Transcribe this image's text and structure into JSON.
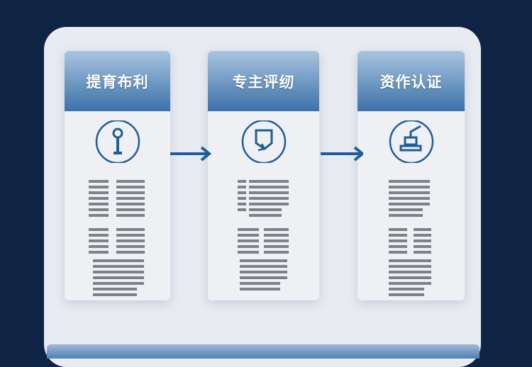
{
  "steps": [
    {
      "title": "提育布利",
      "icon": "pin-icon"
    },
    {
      "title": "专主评纫",
      "icon": "document-pen-icon"
    },
    {
      "title": "资作认证",
      "icon": "printer-stamp-icon"
    }
  ],
  "colors": {
    "background": "#0f2344",
    "accent": "#1f5d99",
    "panel": "#e8ebf1"
  }
}
